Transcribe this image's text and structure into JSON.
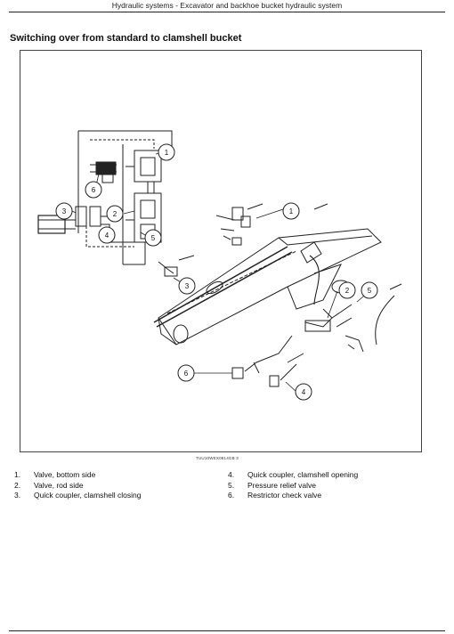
{
  "header": {
    "running_title": "Hydraulic systems - Excavator and backhoe bucket hydraulic system"
  },
  "section": {
    "title": "Switching over from standard to clamshell bucket"
  },
  "figure": {
    "code": "TUU10WEX0814GB   3",
    "callouts": [
      "1",
      "2",
      "3",
      "4",
      "5",
      "6"
    ]
  },
  "legend": {
    "left": [
      {
        "num": "1.",
        "label": "Valve, bottom side"
      },
      {
        "num": "2.",
        "label": "Valve, rod side"
      },
      {
        "num": "3.",
        "label": "Quick coupler, clamshell closing"
      }
    ],
    "right": [
      {
        "num": "4.",
        "label": "Quick coupler, clamshell opening"
      },
      {
        "num": "5.",
        "label": "Pressure relief valve"
      },
      {
        "num": "6.",
        "label": "Restrictor check valve"
      }
    ]
  }
}
